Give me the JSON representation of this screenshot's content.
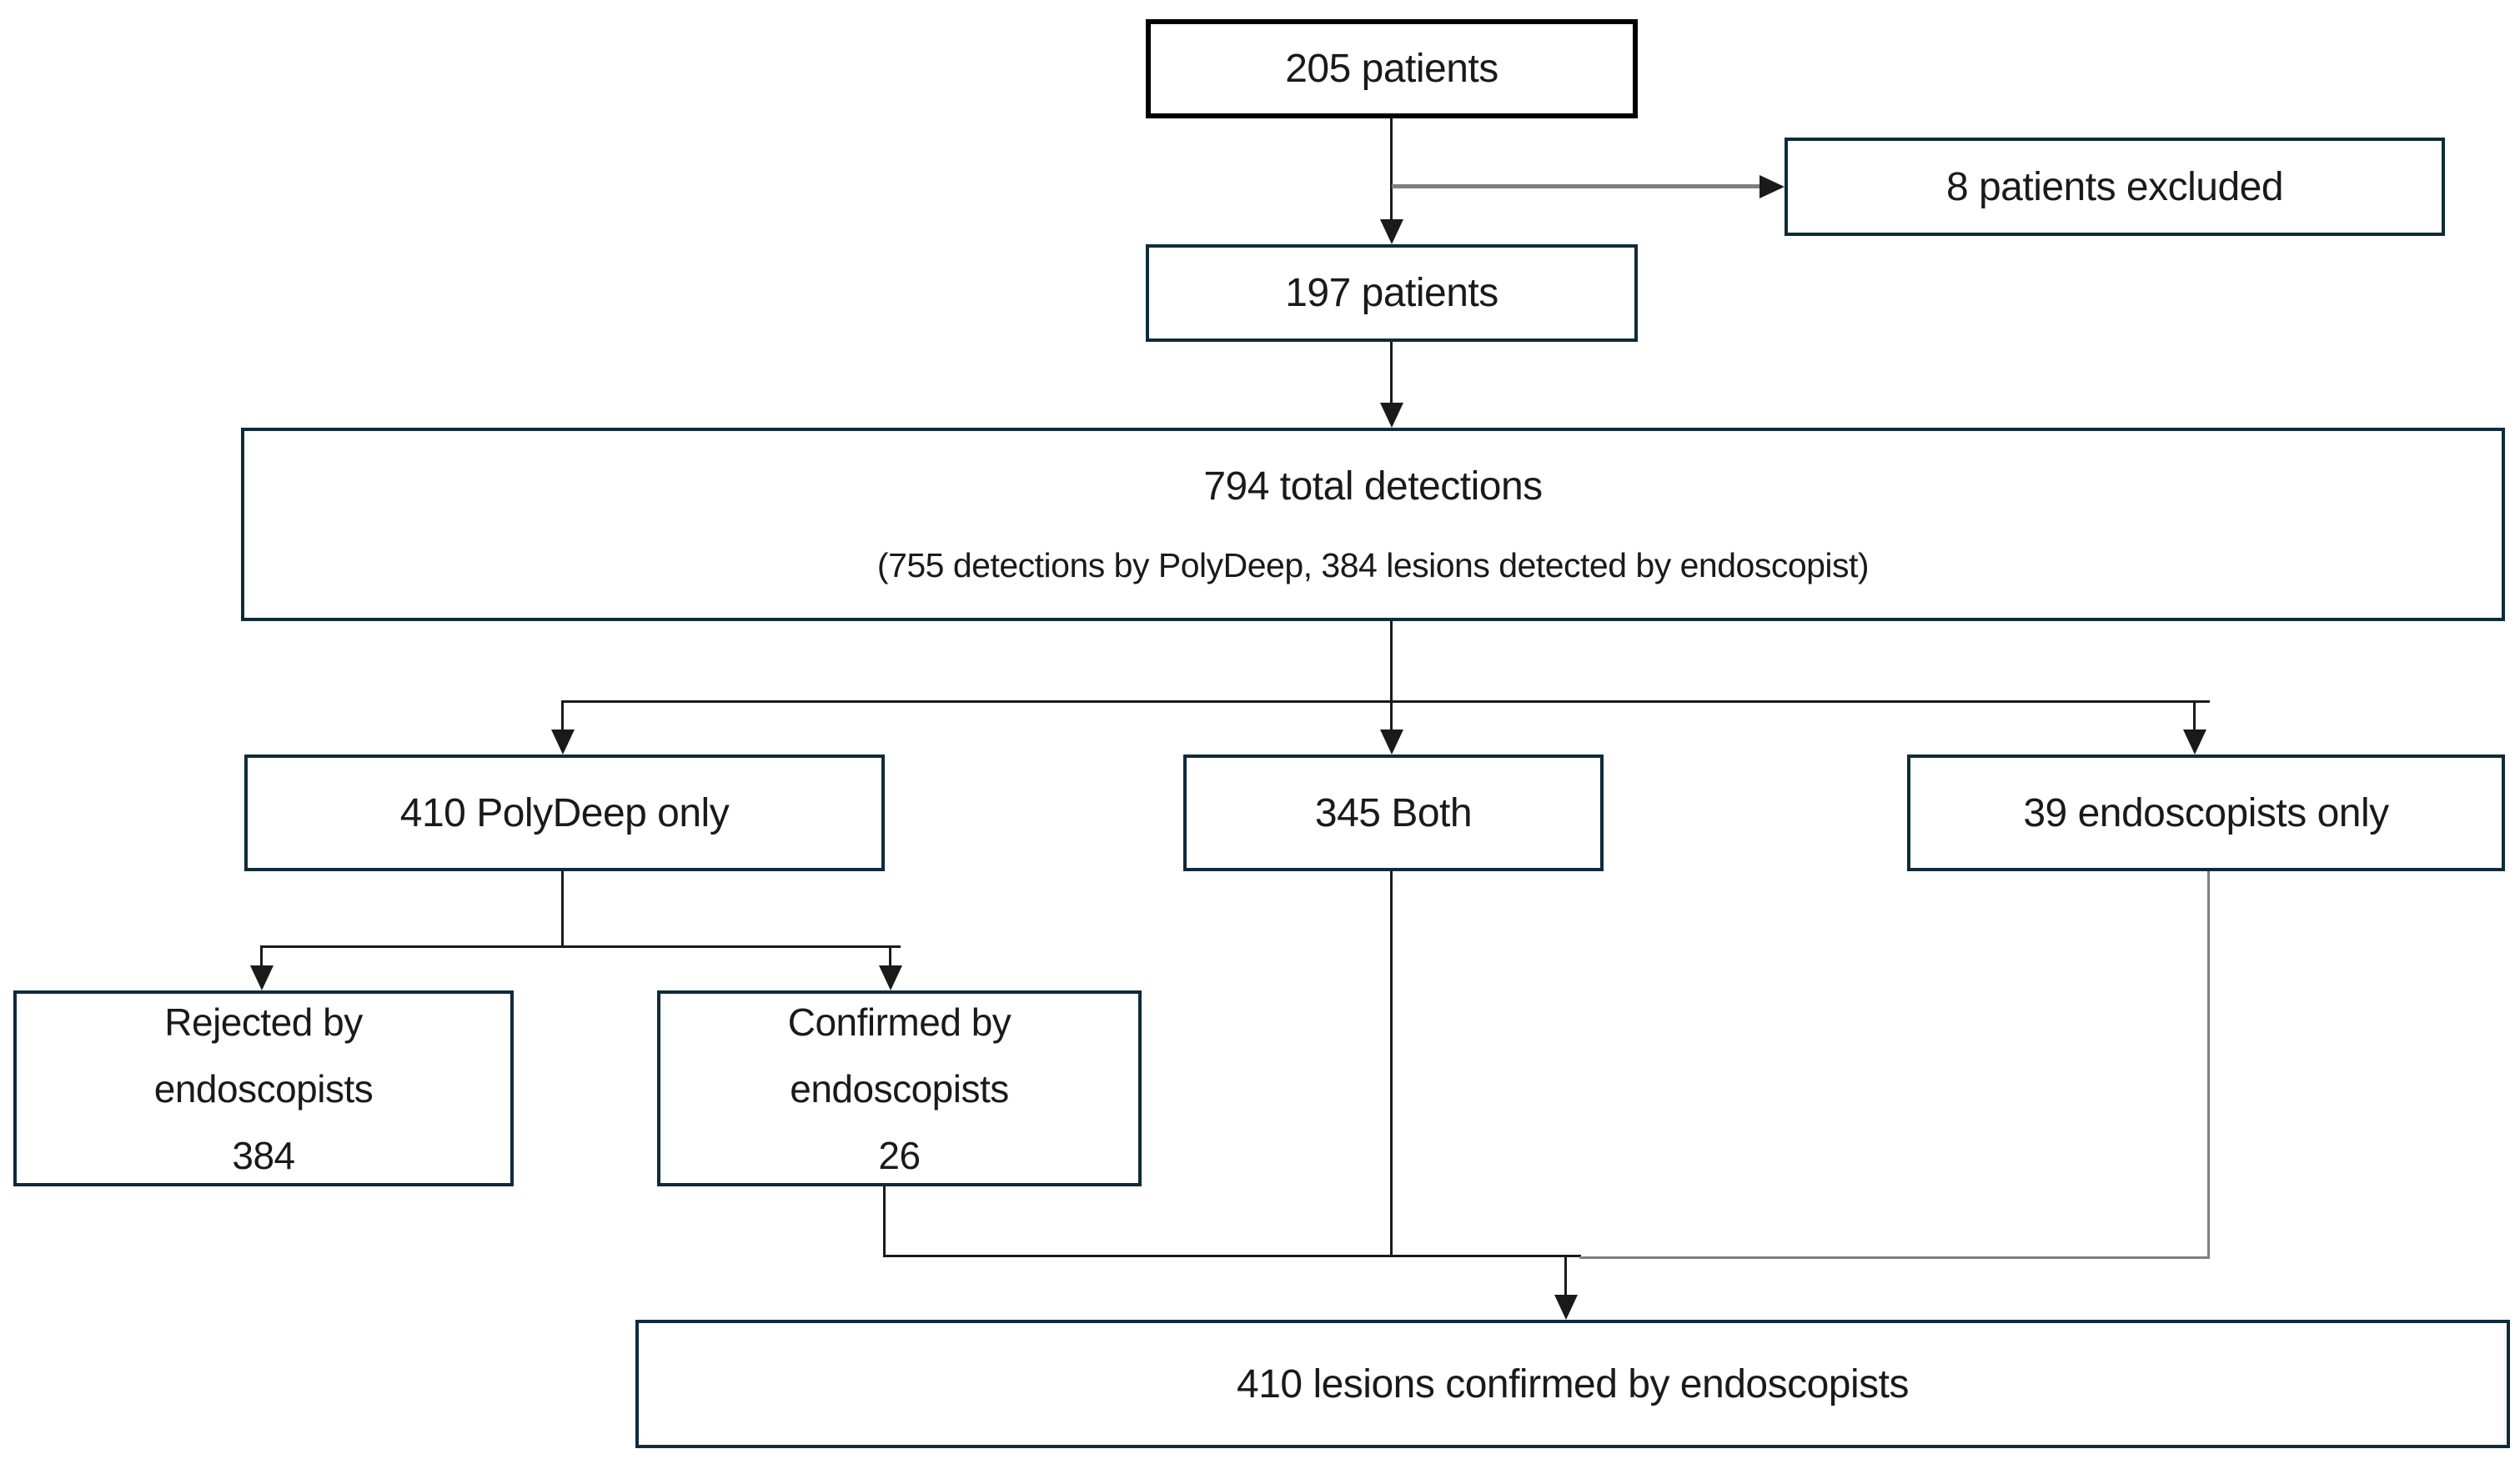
{
  "colors": {
    "background": "#ffffff",
    "text": "#1a1a1a",
    "box_border": "#0f2b3a",
    "top_box_border": "#000000",
    "connector": "#1a1a1a",
    "connector_gray": "#7f7f7f"
  },
  "boxes": {
    "patients_initial": {
      "label": "205 patients"
    },
    "patients_excluded": {
      "label": "8 patients excluded"
    },
    "patients_included": {
      "label": "197 patients"
    },
    "total_detections": {
      "title": "794 total detections",
      "subtitle": "(755 detections by PolyDeep, 384 lesions detected by endoscopist)"
    },
    "polydeep_only": {
      "label": "410 PolyDeep only"
    },
    "both": {
      "label": "345 Both"
    },
    "endoscopists_only": {
      "label": "39 endoscopists only"
    },
    "rejected_by_endoscopists": {
      "line1": "Rejected by",
      "line2": "endoscopists",
      "count": "384"
    },
    "confirmed_by_endoscopists": {
      "line1": "Confirmed by",
      "line2": "endoscopists",
      "count": "26"
    },
    "lesions_confirmed": {
      "label": "410 lesions confirmed by endoscopists"
    }
  }
}
